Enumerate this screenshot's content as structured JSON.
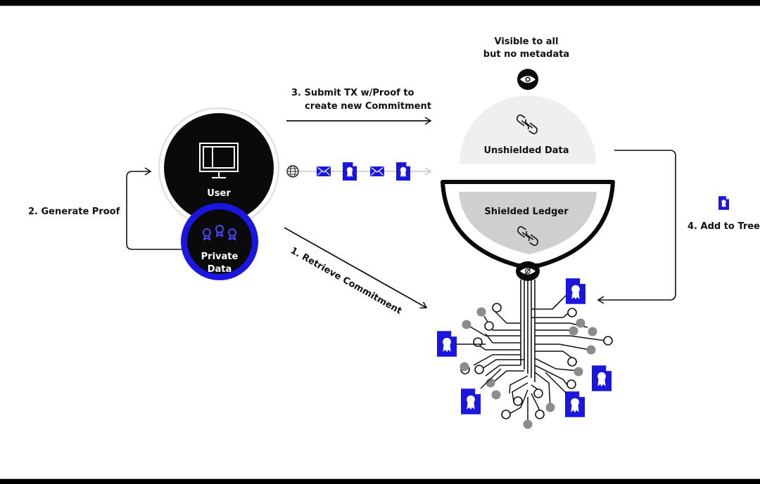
{
  "diagram": {
    "nodes": {
      "user": {
        "label": "User",
        "icon": "monitor-icon"
      },
      "private_data": {
        "label_line1": "Private",
        "label_line2": "Data",
        "icon": "badges-icon"
      },
      "unshielded": {
        "label": "Unshielded Data",
        "icon": "link-icon"
      },
      "shielded": {
        "label": "Shielded Ledger",
        "icon": "link-icon"
      },
      "visibility_note": {
        "line1": "Visible to all",
        "line2": "but no metadata",
        "icon": "eye-icon"
      },
      "tree": {
        "icon": "merkle-tree-icon"
      }
    },
    "steps": [
      {
        "id": "retrieve",
        "label": "1. Retrieve Commitment"
      },
      {
        "id": "generate",
        "label": "2. Generate Proof"
      },
      {
        "id": "submit",
        "line1": "3. Submit TX w/Proof to",
        "line2": "create new Commitment"
      },
      {
        "id": "add",
        "label": "4. Add to Tree"
      }
    ],
    "flow_icons": [
      "globe-icon",
      "envelope-icon",
      "certificate-icon",
      "envelope-icon",
      "certificate-icon"
    ],
    "colors": {
      "accent_blue": "#1a16e0",
      "black": "#0a0a0a",
      "unshielded_fill": "#efefef",
      "shielded_fill": "#cfcfcf",
      "node_gray": "#8c8c8c",
      "ring_gray": "#dddddd"
    }
  }
}
